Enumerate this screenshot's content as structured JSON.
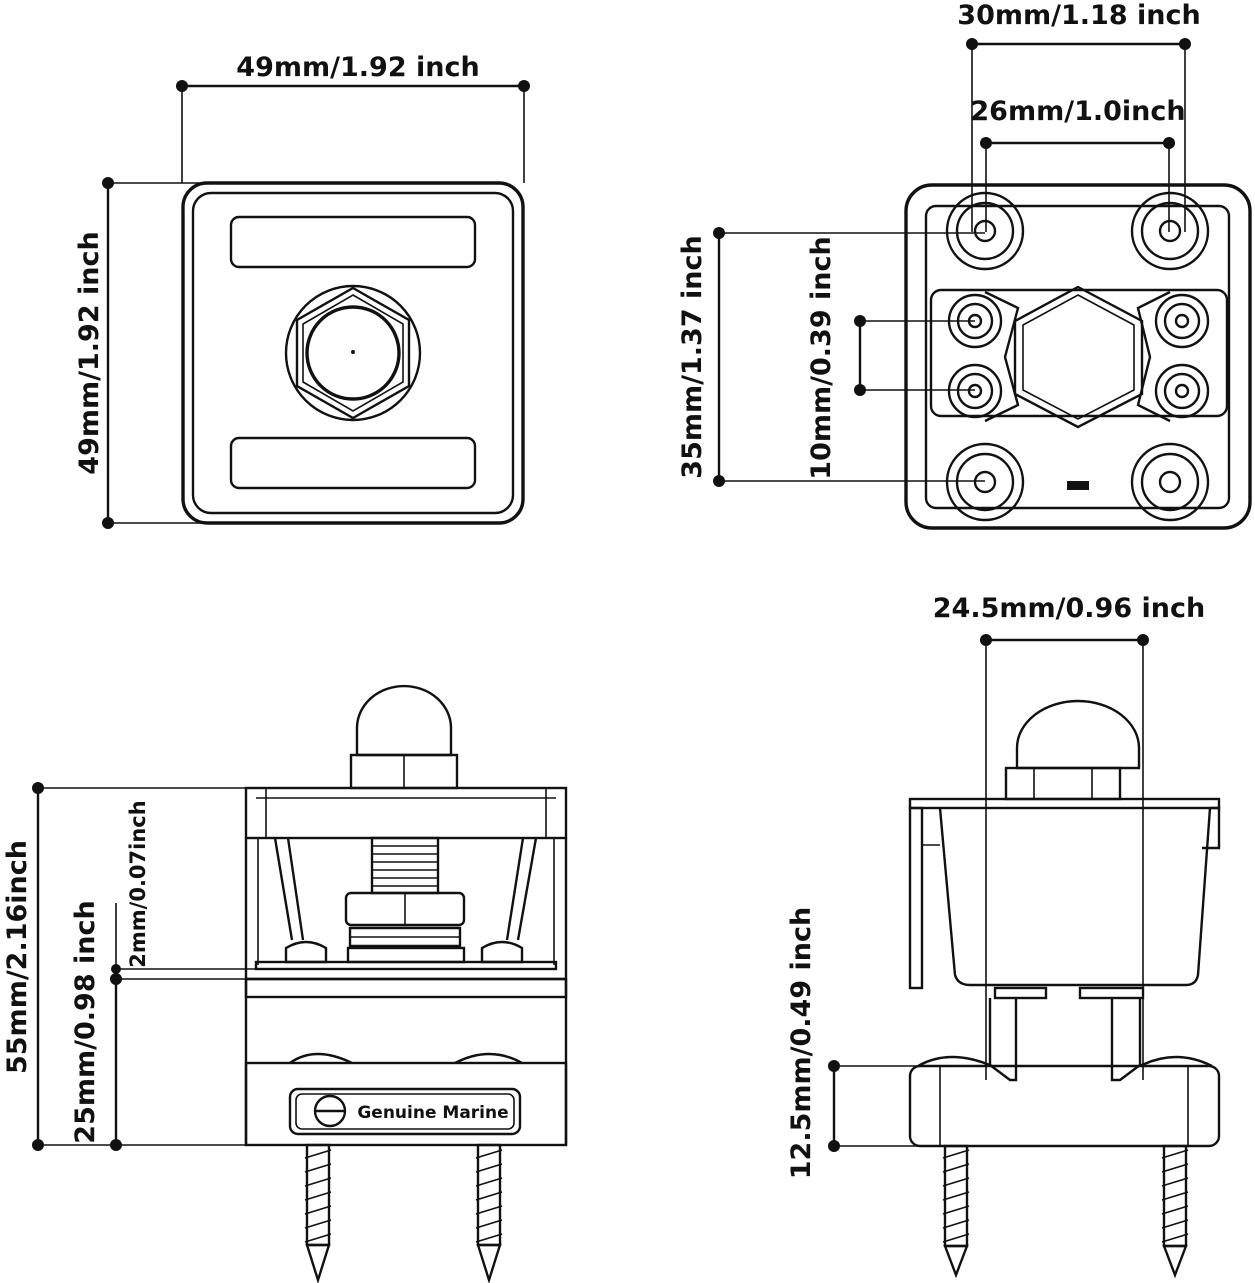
{
  "dimensions": {
    "top_width": "49mm/1.92 inch",
    "top_height": "49mm/1.92 inch",
    "bottom_outer_spacing": "30mm/1.18 inch",
    "bottom_inner_spacing": "26mm/1.0inch",
    "bottom_height": "35mm/1.37 inch",
    "bottom_hole_spacing": "10mm/0.39 inch",
    "side_total_height": "55mm/2.16inch",
    "side_base_height": "25mm/0.98 inch",
    "side_gap": "2mm/0.07inch",
    "front_stud_width": "24.5mm/0.96 inch",
    "front_base_height": "12.5mm/0.49 inch"
  },
  "brand": {
    "label": "Genuine Marine"
  }
}
